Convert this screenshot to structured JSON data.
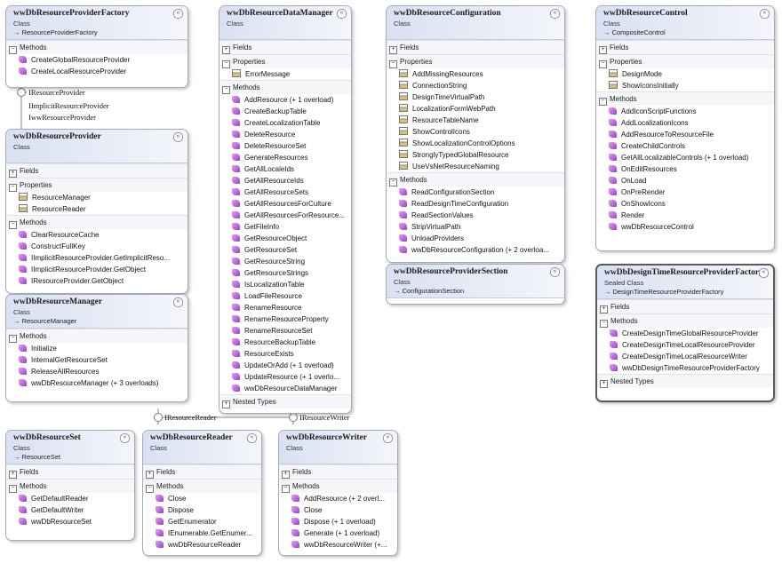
{
  "classes": [
    {
      "id": "factory",
      "name": "wwDbResourceProviderFactory",
      "kind": "Class",
      "base": "ResourceProviderFactory",
      "sections": [
        {
          "label": "Methods",
          "expanded": true,
          "items": [
            {
              "name": "CreateGlobalResourceProvider",
              "icon": "method"
            },
            {
              "name": "CreateLocalResourceProvider",
              "icon": "method"
            }
          ]
        }
      ]
    },
    {
      "id": "provider",
      "name": "wwDbResourceProvider",
      "kind": "Class",
      "base": "",
      "sections": [
        {
          "label": "Fields",
          "expanded": false,
          "items": []
        },
        {
          "label": "Properties",
          "expanded": true,
          "items": [
            {
              "name": "ResourceManager",
              "icon": "property"
            },
            {
              "name": "ResourceReader",
              "icon": "property"
            }
          ]
        },
        {
          "label": "Methods",
          "expanded": true,
          "items": [
            {
              "name": "ClearResourceCache",
              "icon": "method"
            },
            {
              "name": "ConstructFullKey",
              "icon": "method"
            },
            {
              "name": "IImplicitResourceProvider.GetImplicitReso...",
              "icon": "method"
            },
            {
              "name": "IImplicitResourceProvider.GetObject",
              "icon": "method"
            },
            {
              "name": "IResourceProvider.GetObject",
              "icon": "method"
            }
          ]
        }
      ]
    },
    {
      "id": "manager",
      "name": "wwDbResourceManager",
      "kind": "Class",
      "base": "ResourceManager",
      "sections": [
        {
          "label": "Methods",
          "expanded": true,
          "items": [
            {
              "name": "Initialize",
              "icon": "method"
            },
            {
              "name": "InternalGetResourceSet",
              "icon": "method"
            },
            {
              "name": "ReleaseAllResources",
              "icon": "method"
            },
            {
              "name": "wwDbResourceManager (+ 3 overloads)",
              "icon": "method"
            }
          ]
        }
      ]
    },
    {
      "id": "set",
      "name": "wwDbResourceSet",
      "kind": "Class",
      "base": "ResourceSet",
      "sections": [
        {
          "label": "Fields",
          "expanded": false,
          "items": []
        },
        {
          "label": "Methods",
          "expanded": true,
          "items": [
            {
              "name": "GetDefaultReader",
              "icon": "method"
            },
            {
              "name": "GetDefaultWriter",
              "icon": "method"
            },
            {
              "name": "wwDbResourceSet",
              "icon": "method"
            }
          ]
        }
      ]
    },
    {
      "id": "datamanager",
      "name": "wwDbResourceDataManager",
      "kind": "Class",
      "base": "",
      "sections": [
        {
          "label": "Fields",
          "expanded": false,
          "items": []
        },
        {
          "label": "Properties",
          "expanded": true,
          "items": [
            {
              "name": "ErrorMessage",
              "icon": "property"
            }
          ]
        },
        {
          "label": "Methods",
          "expanded": true,
          "items": [
            {
              "name": "AddResource (+ 1 overload)",
              "icon": "method"
            },
            {
              "name": "CreateBackupTable",
              "icon": "method"
            },
            {
              "name": "CreateLocalizationTable",
              "icon": "method"
            },
            {
              "name": "DeleteResource",
              "icon": "method"
            },
            {
              "name": "DeleteResourceSet",
              "icon": "method"
            },
            {
              "name": "GenerateResources",
              "icon": "method"
            },
            {
              "name": "GetAllLocaleIds",
              "icon": "method"
            },
            {
              "name": "GetAllResourceIds",
              "icon": "method"
            },
            {
              "name": "GetAllResourceSets",
              "icon": "method"
            },
            {
              "name": "GetAllResourcesForCulture",
              "icon": "method"
            },
            {
              "name": "GetAllResourcesForResource...",
              "icon": "method"
            },
            {
              "name": "GetFileInfo",
              "icon": "method"
            },
            {
              "name": "GetResourceObject",
              "icon": "method"
            },
            {
              "name": "GetResourceSet",
              "icon": "method"
            },
            {
              "name": "GetResourceString",
              "icon": "method"
            },
            {
              "name": "GetResourceStrings",
              "icon": "method"
            },
            {
              "name": "IsLocalizationTable",
              "icon": "method"
            },
            {
              "name": "LoadFileResource",
              "icon": "method"
            },
            {
              "name": "RenameResource",
              "icon": "method"
            },
            {
              "name": "RenameResourceProperty",
              "icon": "method"
            },
            {
              "name": "RenameResourceSet",
              "icon": "method"
            },
            {
              "name": "ResourceBackupTable",
              "icon": "method"
            },
            {
              "name": "ResourceExists",
              "icon": "method"
            },
            {
              "name": "UpdateOrAdd (+ 1 overload)",
              "icon": "method"
            },
            {
              "name": "UpdateResource (+ 1 overlo...",
              "icon": "method"
            },
            {
              "name": "wwDbResourceDataManager",
              "icon": "method"
            }
          ]
        },
        {
          "label": "Nested Types",
          "expanded": false,
          "items": []
        }
      ]
    },
    {
      "id": "reader",
      "name": "wwDbResourceReader",
      "kind": "Class",
      "base": "",
      "sections": [
        {
          "label": "Fields",
          "expanded": false,
          "items": []
        },
        {
          "label": "Methods",
          "expanded": true,
          "items": [
            {
              "name": "Close",
              "icon": "method"
            },
            {
              "name": "Dispose",
              "icon": "method"
            },
            {
              "name": "GetEnumerator",
              "icon": "method"
            },
            {
              "name": "IEnumerable.GetEnumer...",
              "icon": "method"
            },
            {
              "name": "wwDbResourceReader",
              "icon": "method"
            }
          ]
        }
      ]
    },
    {
      "id": "writer",
      "name": "wwDbResourceWriter",
      "kind": "Class",
      "base": "",
      "sections": [
        {
          "label": "Fields",
          "expanded": false,
          "items": []
        },
        {
          "label": "Methods",
          "expanded": true,
          "items": [
            {
              "name": "AddResource (+ 2 overl...",
              "icon": "method"
            },
            {
              "name": "Close",
              "icon": "method"
            },
            {
              "name": "Dispose (+ 1 overload)",
              "icon": "method"
            },
            {
              "name": "Generate (+ 1 overload)",
              "icon": "method"
            },
            {
              "name": "wwDbResourceWriter (+...",
              "icon": "method"
            }
          ]
        }
      ]
    },
    {
      "id": "config",
      "name": "wwDbResourceConfiguration",
      "kind": "Class",
      "base": "",
      "sections": [
        {
          "label": "Fields",
          "expanded": false,
          "items": []
        },
        {
          "label": "Properties",
          "expanded": true,
          "items": [
            {
              "name": "AddMissingResources",
              "icon": "property"
            },
            {
              "name": "ConnectionString",
              "icon": "property"
            },
            {
              "name": "DesignTimeVirtualPath",
              "icon": "property"
            },
            {
              "name": "LocalizationFormWebPath",
              "icon": "property"
            },
            {
              "name": "ResourceTableName",
              "icon": "property"
            },
            {
              "name": "ShowControlIcons",
              "icon": "property"
            },
            {
              "name": "ShowLocalizationControlOptions",
              "icon": "property"
            },
            {
              "name": "StronglyTypedGlobalResource",
              "icon": "property"
            },
            {
              "name": "UseVsNetResourceNaming",
              "icon": "property"
            }
          ]
        },
        {
          "label": "Methods",
          "expanded": true,
          "items": [
            {
              "name": "ReadConfigurationSection",
              "icon": "method"
            },
            {
              "name": "ReadDesignTimeConfiguration",
              "icon": "method"
            },
            {
              "name": "ReadSectionValues",
              "icon": "method"
            },
            {
              "name": "StripVirtualPath",
              "icon": "method"
            },
            {
              "name": "UnloadProviders",
              "icon": "method"
            },
            {
              "name": "wwDbResourceConfiguration (+ 2 overloa...",
              "icon": "method"
            }
          ]
        }
      ]
    },
    {
      "id": "section",
      "name": "wwDbResourceProviderSection",
      "kind": "Class",
      "base": "ConfigurationSection",
      "sections": []
    },
    {
      "id": "control",
      "name": "wwDbResourceControl",
      "kind": "Class",
      "base": "CompositeControl",
      "sections": [
        {
          "label": "Fields",
          "expanded": false,
          "items": []
        },
        {
          "label": "Properties",
          "expanded": true,
          "items": [
            {
              "name": "DesignMode",
              "icon": "property"
            },
            {
              "name": "ShowIconsInitially",
              "icon": "property"
            }
          ]
        },
        {
          "label": "Methods",
          "expanded": true,
          "items": [
            {
              "name": "AddIconScriptFunctions",
              "icon": "method"
            },
            {
              "name": "AddLocalizationIcons",
              "icon": "method"
            },
            {
              "name": "AddResourceToResourceFile",
              "icon": "method"
            },
            {
              "name": "CreateChildControls",
              "icon": "method"
            },
            {
              "name": "GetAllLocalizableControls (+ 1 overload)",
              "icon": "method"
            },
            {
              "name": "OnEditResources",
              "icon": "method"
            },
            {
              "name": "OnLoad",
              "icon": "method"
            },
            {
              "name": "OnPreRender",
              "icon": "method"
            },
            {
              "name": "OnShowIcons",
              "icon": "method"
            },
            {
              "name": "Render",
              "icon": "method"
            },
            {
              "name": "wwDbResourceControl",
              "icon": "method"
            }
          ]
        }
      ]
    },
    {
      "id": "designtime",
      "name": "wwDbDesignTimeResourceProviderFactory",
      "kind": "Sealed Class",
      "base": "DesignTimeResourceProviderFactory",
      "sections": [
        {
          "label": "Fields",
          "expanded": false,
          "items": []
        },
        {
          "label": "Methods",
          "expanded": true,
          "items": [
            {
              "name": "CreateDesignTimeGlobalResourceProvider",
              "icon": "method"
            },
            {
              "name": "CreateDesignTimeLocalResourceProvider",
              "icon": "method"
            },
            {
              "name": "CreateDesignTimeLocalResourceWriter",
              "icon": "method"
            },
            {
              "name": "wwDbDesignTimeResourceProviderFactory",
              "icon": "method"
            }
          ]
        },
        {
          "label": "Nested Types",
          "expanded": false,
          "items": []
        }
      ]
    }
  ],
  "interfaces": {
    "iresourceprovider": "IResourceProvider",
    "iimplicitresourceprovider": "IImplicitResourceProvider",
    "iwwresourceprovider": "IwwResourceProvider",
    "iresourcereader": "IResourceReader",
    "iresourcewriter": "IResourceWriter"
  },
  "icons": {
    "method": "method-icon",
    "property": "property-icon",
    "collapse": "collapse-icon"
  },
  "colors": {
    "header_start": "#d9e0f2",
    "border": "#a6aab8",
    "method_icon": "#b25ed8",
    "property_icon": "#d8c079"
  }
}
